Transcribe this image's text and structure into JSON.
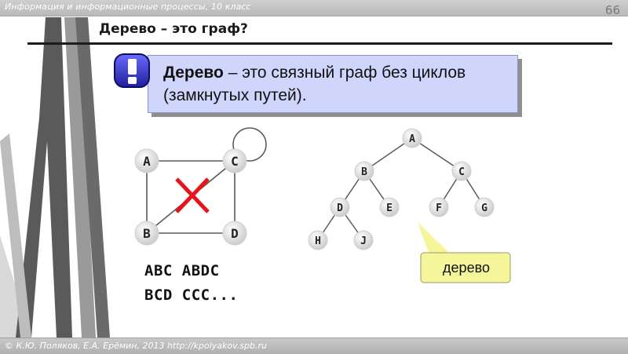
{
  "header": {
    "course": "Информация и информационные процессы, 10 класс",
    "page_number": "66"
  },
  "slide": {
    "title": "Дерево – это граф?",
    "callout_term": "Дерево",
    "callout_rest": " – это связный граф без циклов (замкнутых путей).",
    "callout_icon": "exclamation-icon"
  },
  "graph1": {
    "nodes": [
      "A",
      "B",
      "C",
      "D"
    ],
    "edges": [
      [
        "A",
        "B"
      ],
      [
        "A",
        "C"
      ],
      [
        "C",
        "D"
      ],
      [
        "B",
        "D"
      ],
      [
        "B",
        "C"
      ],
      [
        "C",
        "C"
      ]
    ],
    "crossed": true,
    "cross_color": "#e8141c"
  },
  "cycles": {
    "line1": "ABC ABDC",
    "line2": "BCD CCC..."
  },
  "tree": {
    "nodes": [
      "A",
      "B",
      "C",
      "D",
      "E",
      "F",
      "G",
      "H",
      "J"
    ],
    "edges": [
      [
        "A",
        "B"
      ],
      [
        "A",
        "C"
      ],
      [
        "B",
        "D"
      ],
      [
        "B",
        "E"
      ],
      [
        "C",
        "F"
      ],
      [
        "C",
        "G"
      ],
      [
        "D",
        "H"
      ],
      [
        "D",
        "J"
      ]
    ]
  },
  "bubble": {
    "label": "дерево",
    "fill_color": "#f5f59a"
  },
  "footer": {
    "copyright": "© К.Ю. Поляков, Е.А. Ерёмин, 2013   http://kpolyakov.spb.ru"
  }
}
